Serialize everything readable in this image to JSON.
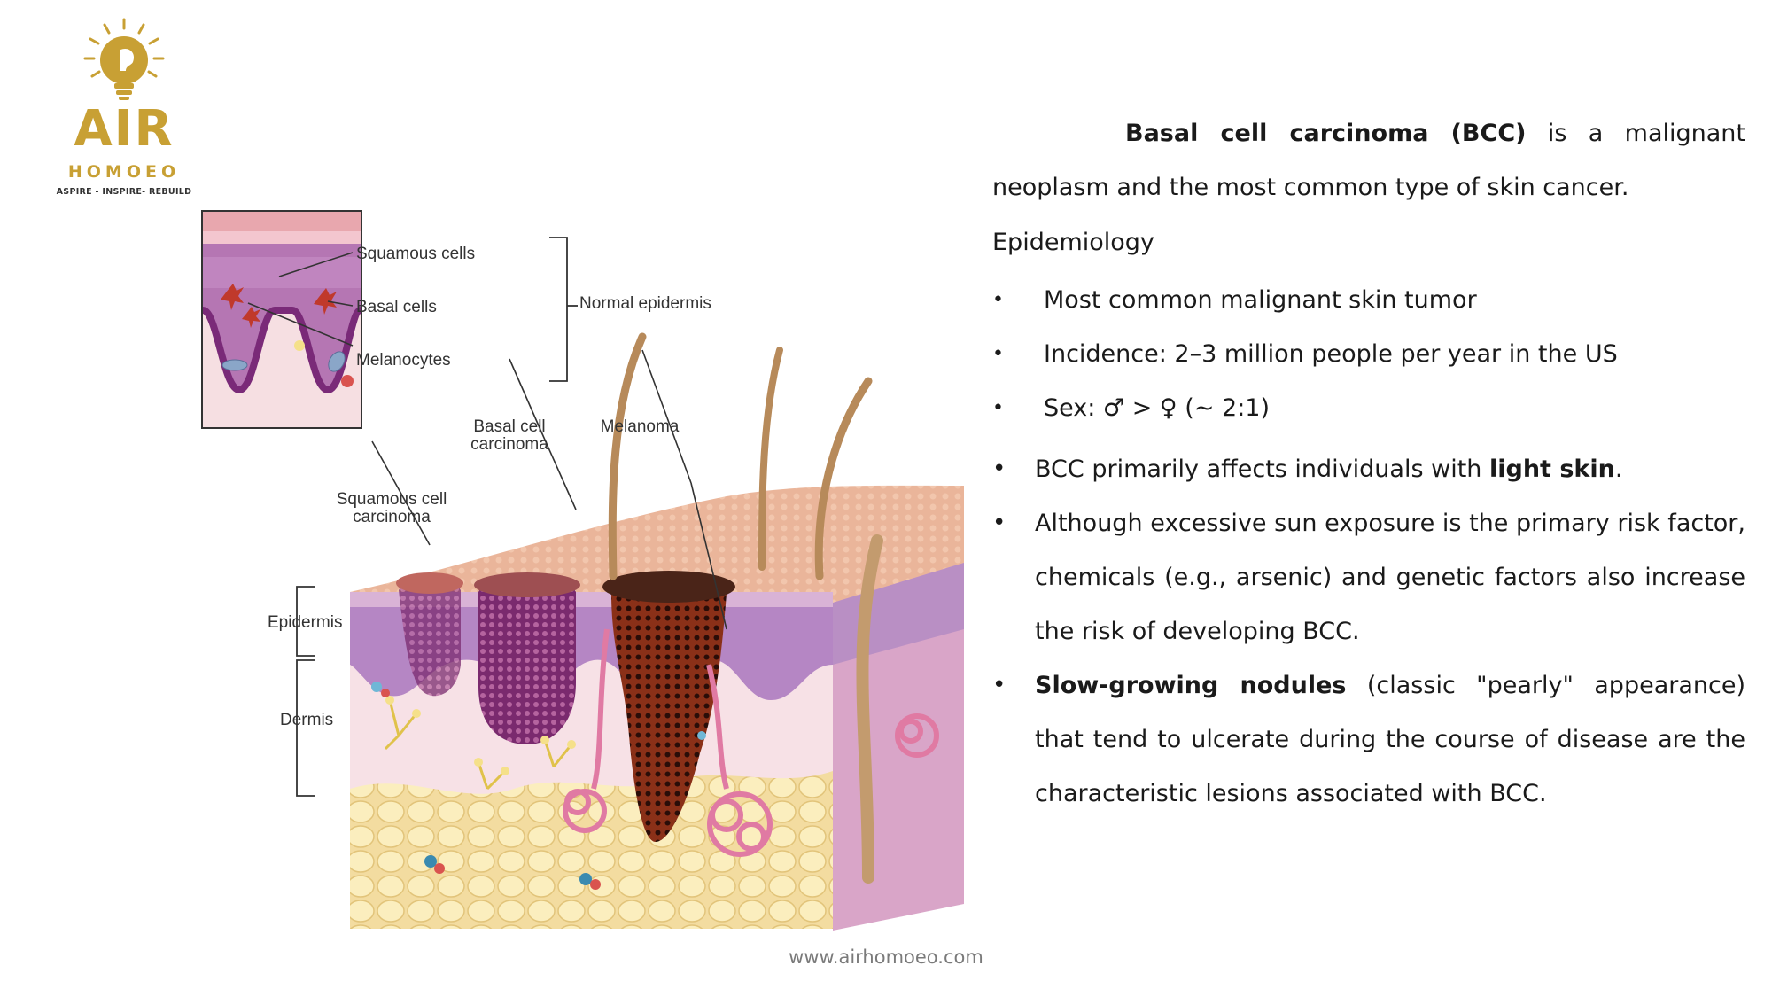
{
  "logo": {
    "name": "AIR",
    "subname": "HOMOEO",
    "tagline": "ASPIRE - INSPIRE- REBUILD",
    "icon": "lightbulb-head-icon",
    "color": "#c8a034"
  },
  "illustration": {
    "icon": "skin-cancer-illustration",
    "inset_labels": {
      "squamous": "Squamous cells",
      "basal": "Basal cells",
      "melanocytes": "Melanocytes",
      "normal_epidermis": "Normal epidermis"
    },
    "main_labels": {
      "bcc_line1": "Basal cell",
      "bcc_line2": "carcinoma",
      "melanoma": "Melanoma",
      "scc_line1": "Squamous cell",
      "scc_line2": "carcinoma",
      "epidermis": "Epidermis",
      "dermis": "Dermis"
    }
  },
  "intro": {
    "bold_part": "Basal cell carcinoma (BCC)",
    "rest": " is a malignant neoplasm and the most common type of skin cancer."
  },
  "heading": "Epidemiology",
  "bullets": {
    "b1": "Most common malignant skin tumor",
    "b2": "Incidence: 2–3 million people per year in the US",
    "b3": "Sex: ♂ > ♀ (~ 2:1)",
    "b4_pre": "BCC primarily affects individuals with ",
    "b4_bold": "light skin",
    "b4_post": ".",
    "b5": "Although excessive sun exposure is the primary risk factor, chemicals (e.g., arsenic) and genetic factors also increase the risk of developing BCC.",
    "b6_bold": "Slow-growing nodules",
    "b6_rest": " (classic \"pearly\" appearance) that tend to ulcerate during the course of disease are the characteristic lesions associated with BCC.",
    "dot": "•"
  },
  "footer": {
    "url": "www.airhomoeo.com"
  }
}
